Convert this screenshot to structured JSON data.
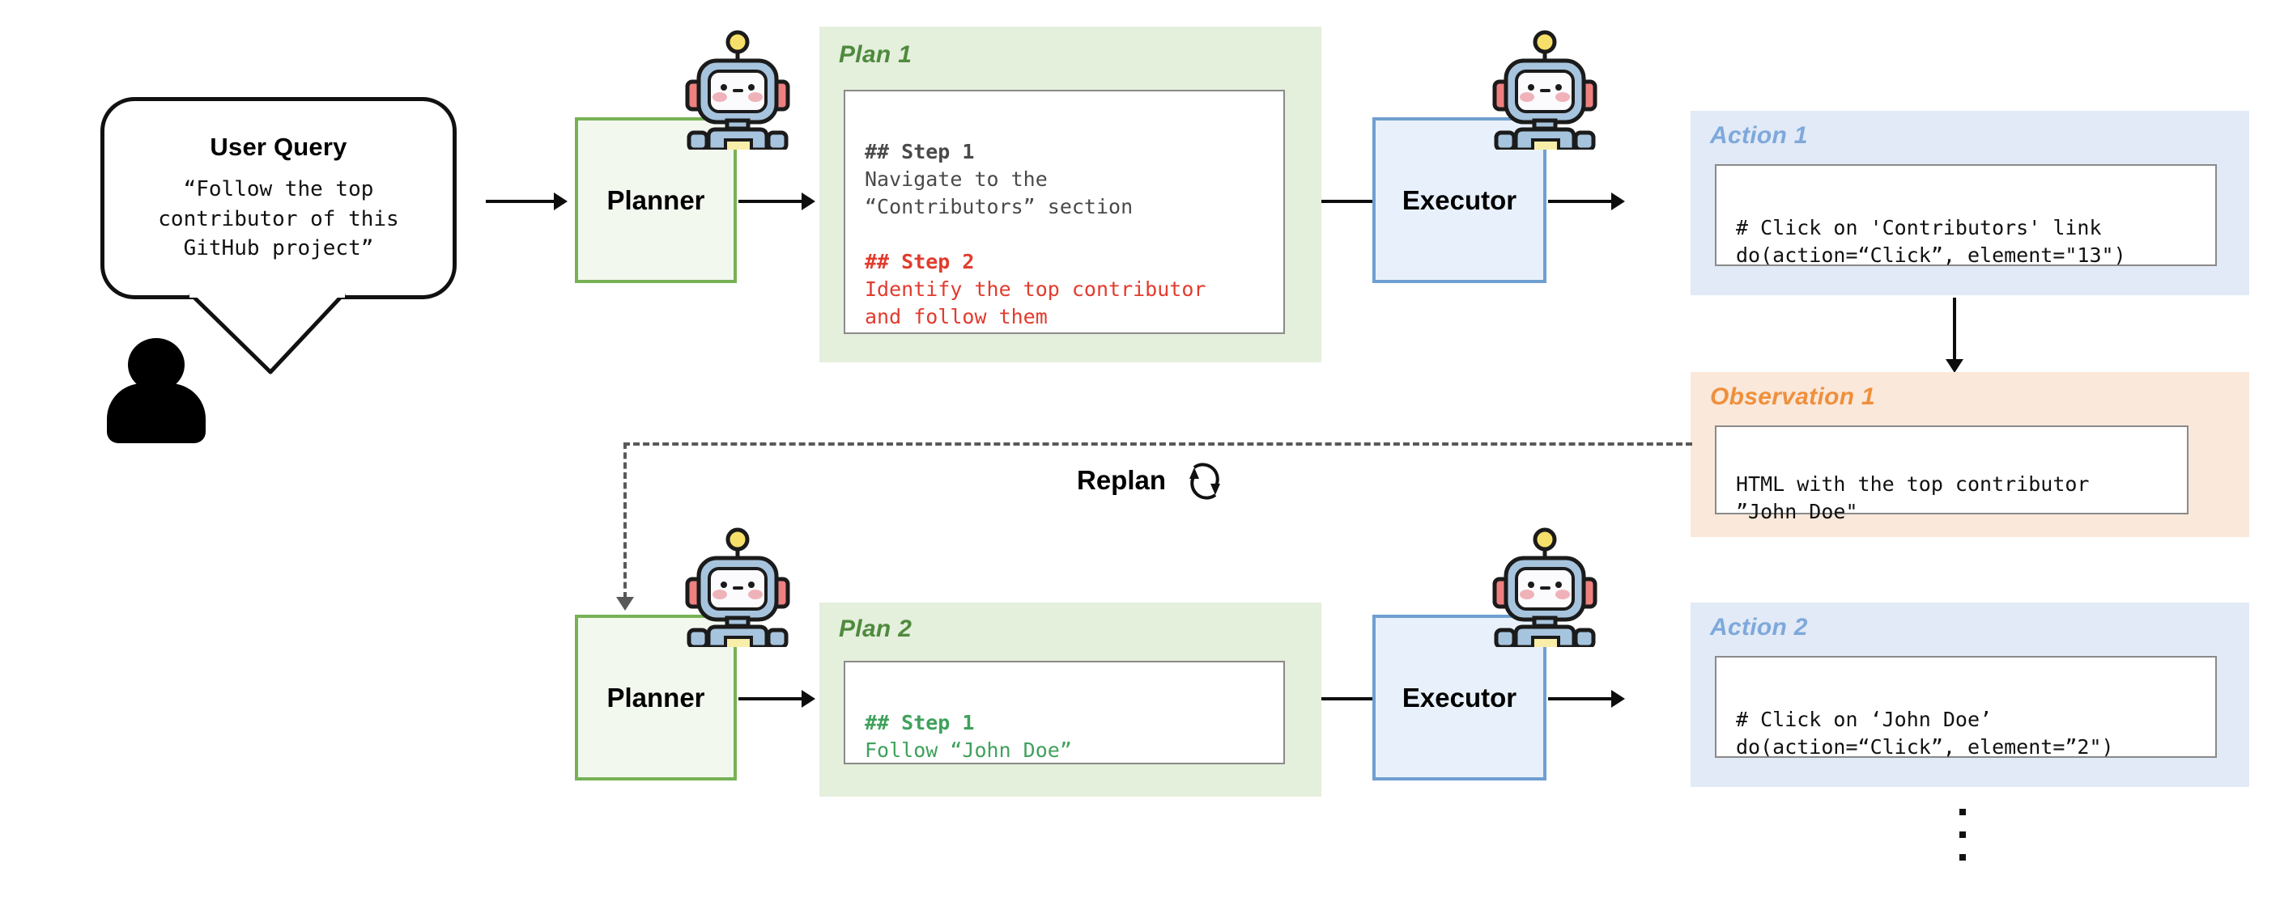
{
  "user_query": {
    "title": "User Query",
    "text": "“Follow the top\ncontributor of this\nGitHub project”",
    "icon": "user-person-icon"
  },
  "agents": {
    "planner_label": "Planner",
    "executor_label": "Executor",
    "robot_icon": "robot-agent-icon"
  },
  "replan": {
    "label": "Replan",
    "icon": "circular-refresh-arrows-icon"
  },
  "row1": {
    "plan": {
      "title": "Plan 1",
      "step1_heading": "## Step 1",
      "step1_body": "Navigate to the\n“Contributors” section",
      "step2_heading": "## Step 2",
      "step2_body": "Identify the top contributor\nand follow them"
    },
    "action": {
      "title": "Action 1",
      "comment": "# Click on 'Contributors' link",
      "call": "do(action=“Click”, element=\"13\")"
    },
    "observation": {
      "title": "Observation 1",
      "text": "HTML with the top contributor\n”John Doe\""
    }
  },
  "row2": {
    "plan": {
      "title": "Plan 2",
      "step1_heading": "## Step 1",
      "step1_body": "Follow “John Doe”"
    },
    "action": {
      "title": "Action 2",
      "comment": "# Click on ‘John Doe’",
      "call": "do(action=“Click”, element=”2\")"
    }
  },
  "continuation": {
    "icon": "vertical-ellipsis-icon"
  },
  "colors": {
    "plan_panel": "#e4efdc",
    "action_panel": "#e1eaf6",
    "observation_panel": "#fae8da",
    "plan_title": "#4f8a3d",
    "action_title": "#7fa8db",
    "observation_title": "#ef8f3c",
    "planner_border": "#77b255",
    "executor_border": "#6f9fd0",
    "step_red": "#e23b2e",
    "step_green": "#3fa15c"
  }
}
